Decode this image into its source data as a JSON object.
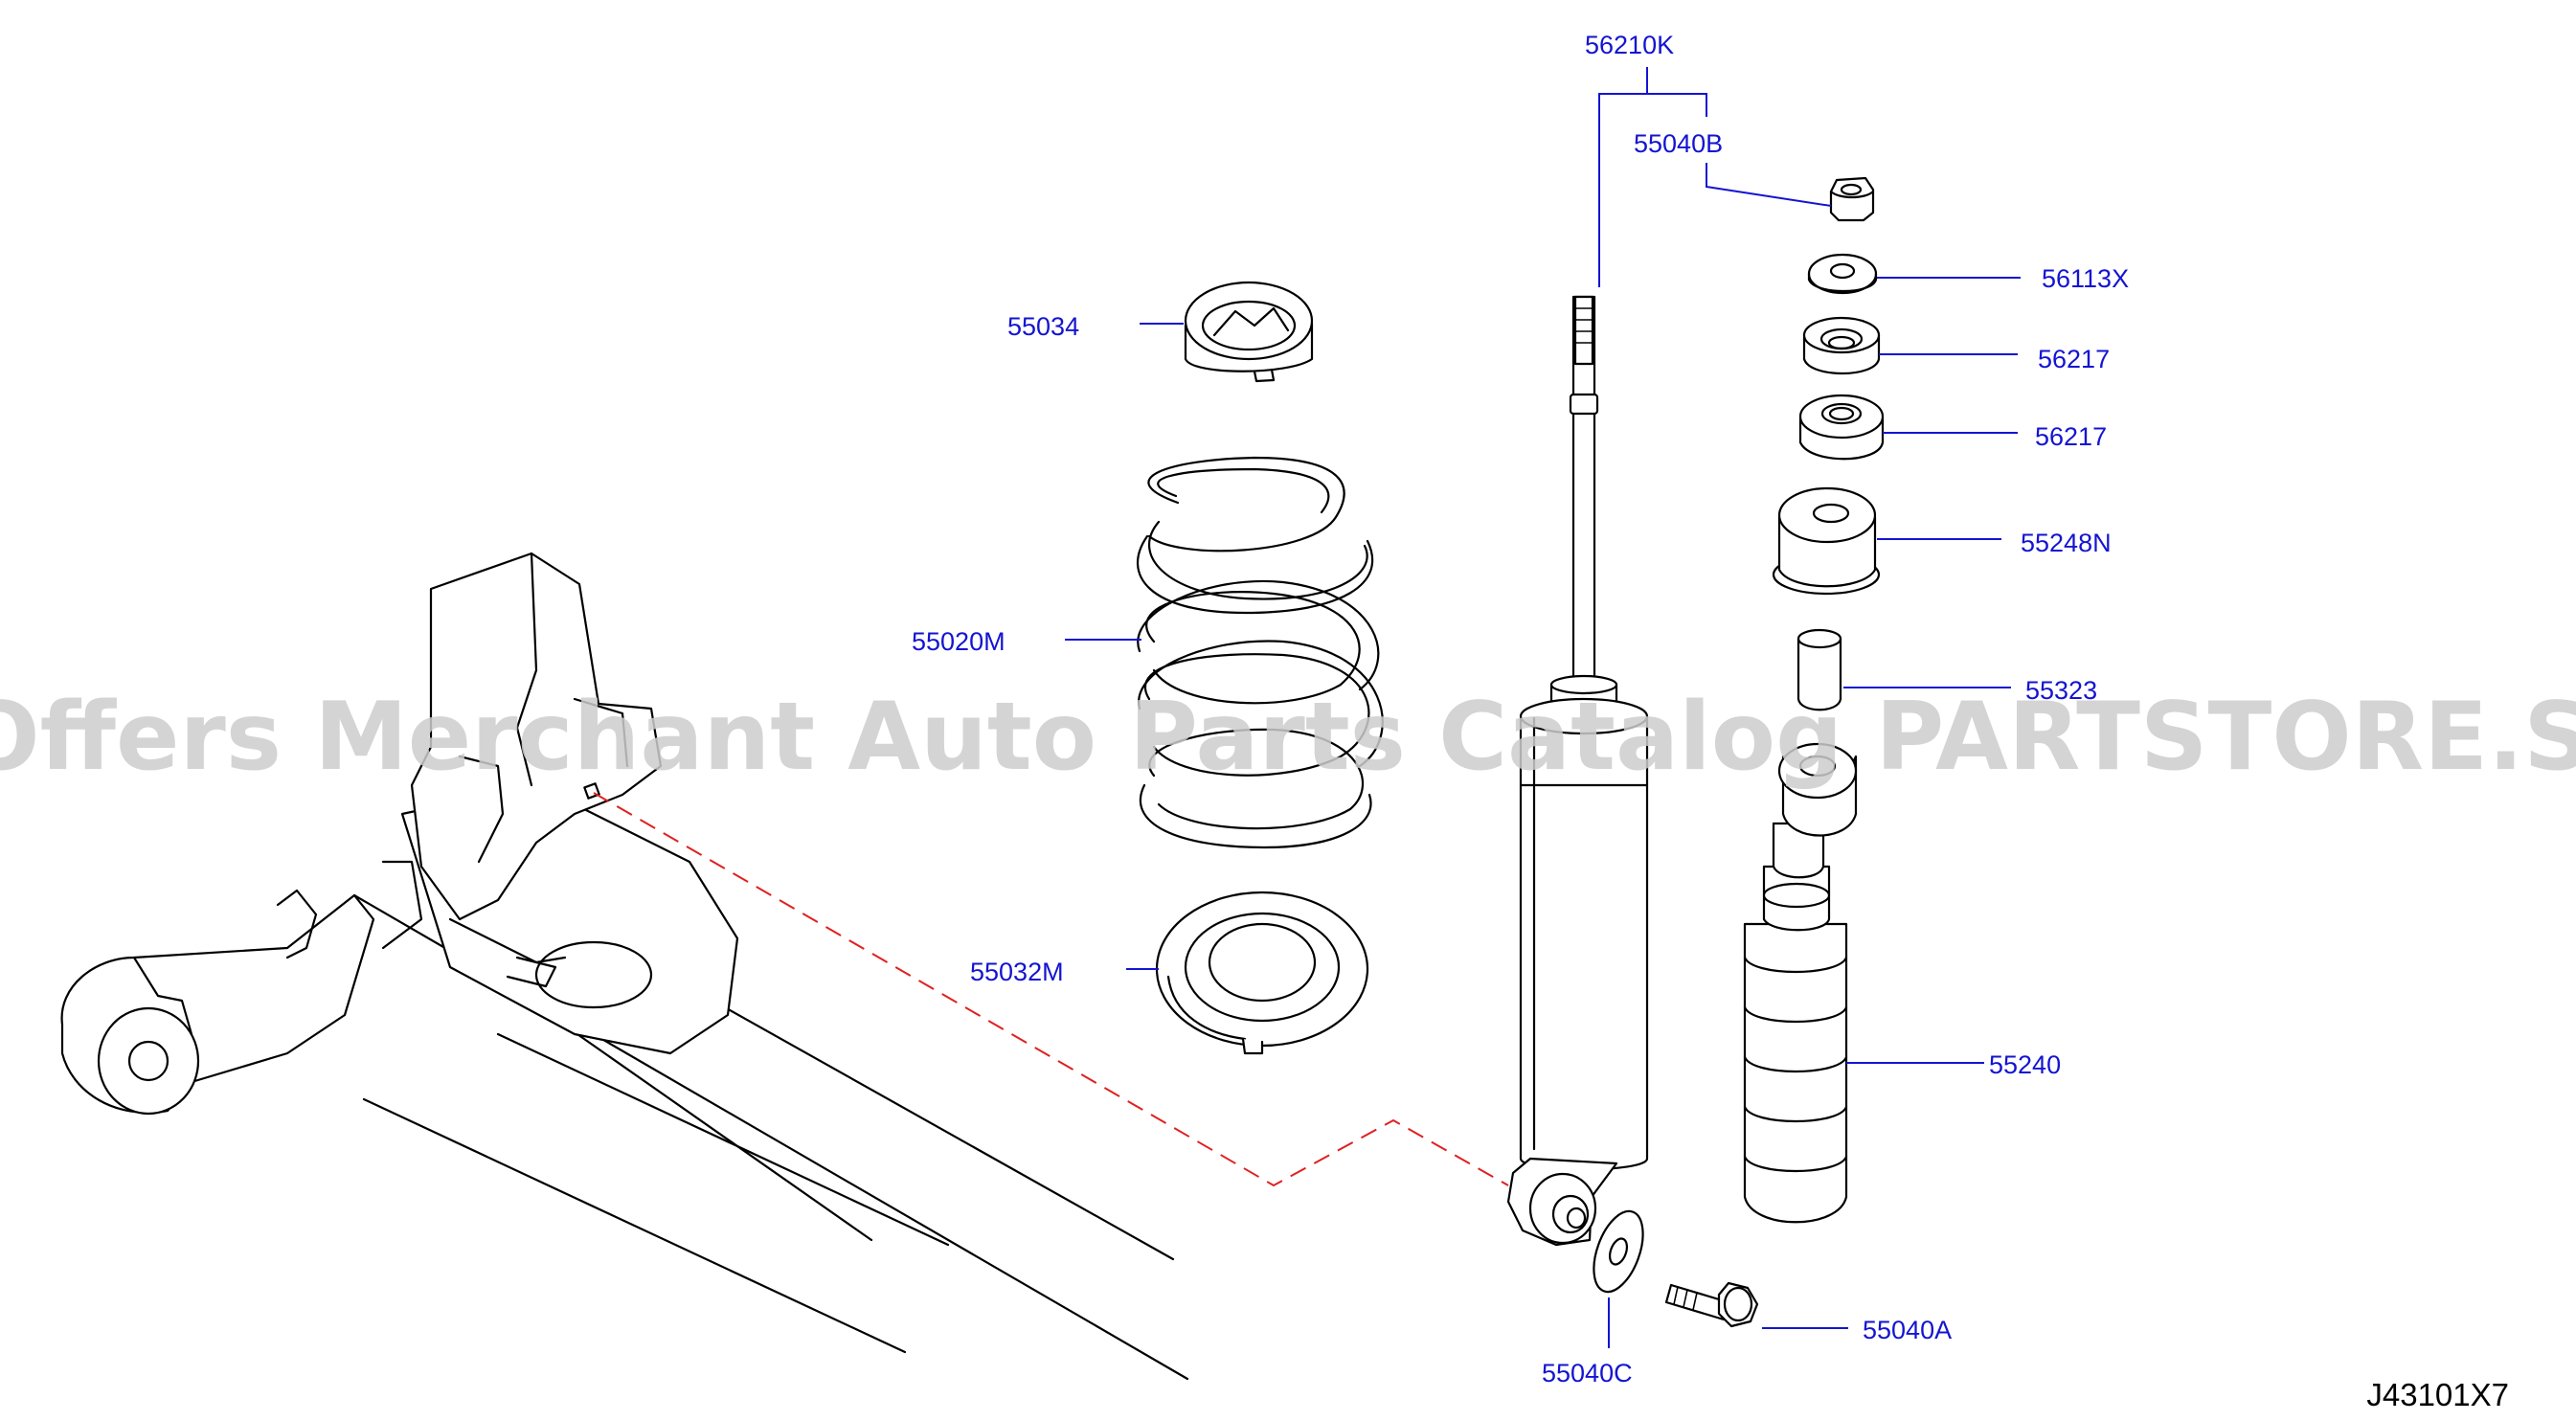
{
  "diagram": {
    "reference_code": "J43101X7",
    "watermark": "Offers Merchant Auto Parts Catalog PARTSTORE.SA",
    "colors": {
      "label": "#1414d2",
      "leader": "#1414d2",
      "drawing": "#000000",
      "connector_dashed": "#e02020",
      "watermark": "#cccccc"
    }
  },
  "parts": [
    {
      "part_number": "56210K",
      "component": "shock absorber"
    },
    {
      "part_number": "55040B",
      "component": "upper nut"
    },
    {
      "part_number": "56113X",
      "component": "washer"
    },
    {
      "part_number": "56217",
      "component": "upper mounting bushing"
    },
    {
      "part_number": "56217",
      "component": "lower mounting bushing"
    },
    {
      "part_number": "55248N",
      "component": "mounting cap"
    },
    {
      "part_number": "55323",
      "component": "distance tube"
    },
    {
      "part_number": "55240",
      "component": "bound bumper / dust cover"
    },
    {
      "part_number": "55034",
      "component": "upper spring seat"
    },
    {
      "part_number": "55020M",
      "component": "coil spring"
    },
    {
      "part_number": "55032M",
      "component": "lower spring seat"
    },
    {
      "part_number": "55040C",
      "component": "washer"
    },
    {
      "part_number": "55040A",
      "component": "bolt"
    }
  ]
}
